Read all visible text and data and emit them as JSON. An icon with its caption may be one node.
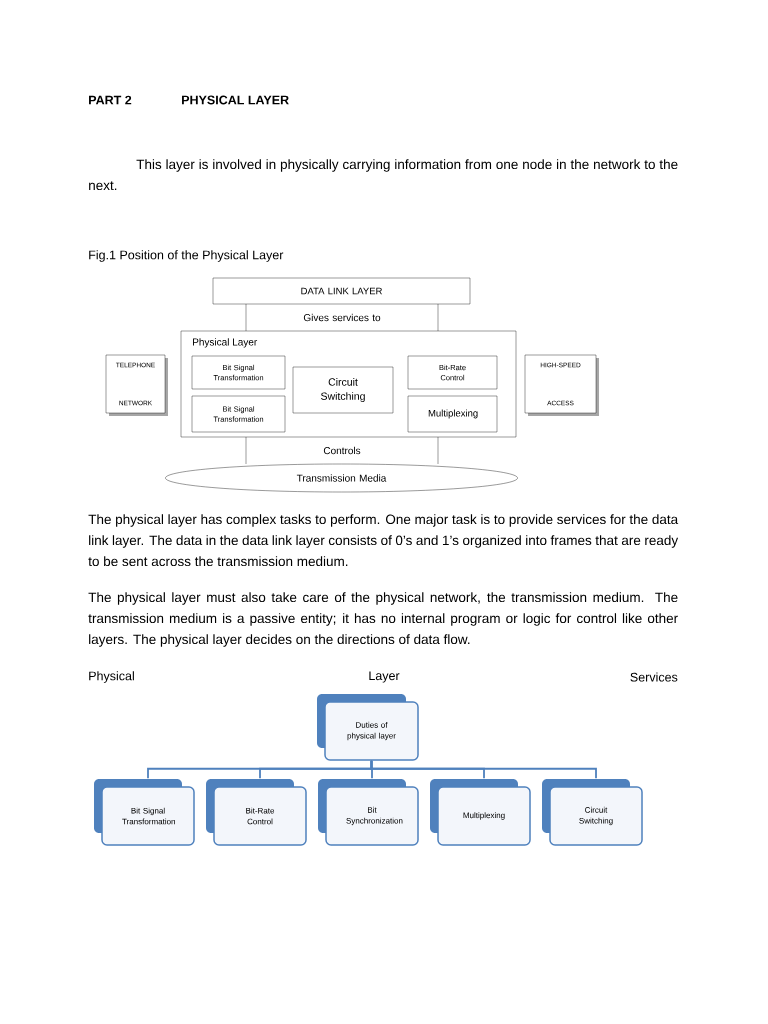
{
  "diagram": {
    "title": "PART 2",
    "caption": "Fig.1 Position of the Physical Layer",
    "nodes": [
      {
        "text": [
          "DATA LINK LAYER"
        ]
      },
      {
        "text": [
          "Gives services to"
        ]
      },
      {
        "text": [
          "Physical Layer"
        ]
      },
      {
        "text": [
          "Bit Signal Transformation"
        ],
        "in": 2
      },
      {
        "text": [
          "Circuit Switching"
        ],
        "in": 2
      },
      {
        "text": [
          "Bit-Rate Control"
        ],
        "in": 2
      },
      {
        "text": [
          "Bit Signal Transformation"
        ],
        "in": 2
      },
      {
        "text": [
          "Multiplexing"
        ],
        "in": 2
      },
      {
        "text": [
          "TELEPHONE",
          "NETWORK"
        ]
      },
      {
        "text": [
          "HIGH-SPEED",
          "ACCESS"
        ]
      },
      {
        "text": [
          "Controls"
        ]
      },
      {
        "text": [
          "Transmission Media"
        ]
      },
      {
        "text": [
          "Duties of physical layer"
        ]
      },
      {
        "text": [
          "Bit Signal Transformation"
        ]
      },
      {
        "text": [
          "Bit-Rate Control"
        ]
      },
      {
        "text": [
          "Bit Synchronization"
        ]
      },
      {
        "text": [
          "Multiplexing"
        ]
      },
      {
        "text": [
          "Circuit Switching"
        ]
      }
    ],
    "edges": [
      {
        "from": 12,
        "to": 13,
        "arrow": "none"
      },
      {
        "from": 12,
        "to": 14,
        "arrow": "none"
      },
      {
        "from": 12,
        "to": 15,
        "arrow": "none"
      },
      {
        "from": 12,
        "to": 16,
        "arrow": "none"
      },
      {
        "from": 12,
        "to": 17,
        "arrow": "none"
      }
    ],
    "labels": [
      "PHYSICAL LAYER",
      "This layer is involved in physically carrying information from one node in the network to the next.",
      "The physical layer has complex tasks to perform. One major task is to provide services for the data link layer. The data in the data link layer consists of 0’s and 1’s organized into frames that are ready to be sent across the transmission medium.",
      "The physical layer must also take care of the physical network, the transmission medium. The transmission medium is a passive entity; it has no internal program or logic for control like other layers. The physical layer decides on the directions of data flow.",
      "Physical",
      "Layer",
      "Services"
    ]
  }
}
